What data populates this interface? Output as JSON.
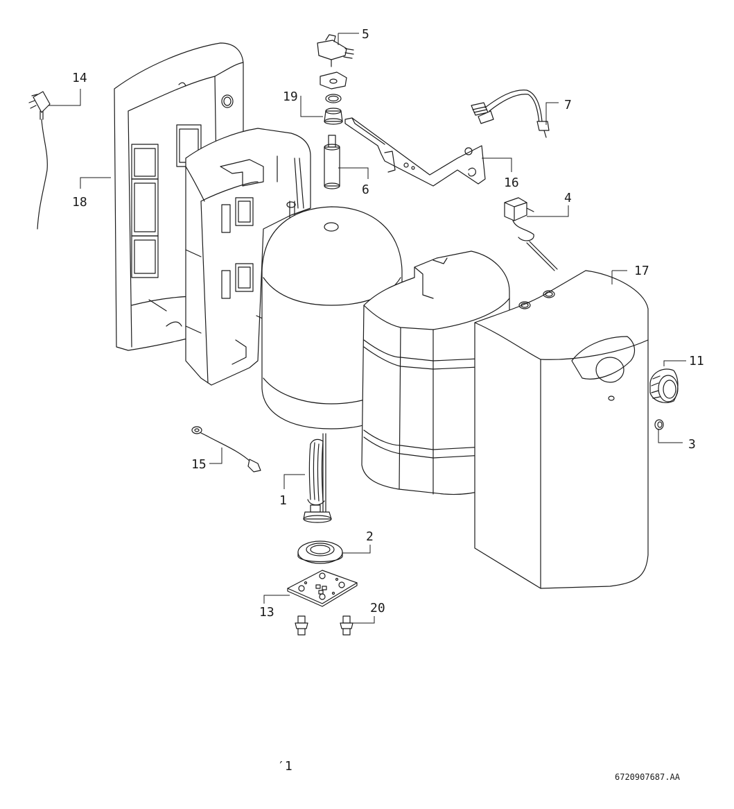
{
  "labels": {
    "p1": "1",
    "p2": "2",
    "p3": "3",
    "p4": "4",
    "p5": "5",
    "p6": "6",
    "p7": "7",
    "p11": "11",
    "p13": "13",
    "p14": "14",
    "p15": "15",
    "p16": "16",
    "p17": "17",
    "p18": "18",
    "p19": "19",
    "p20": "20"
  },
  "footer": {
    "page_mark": "′1",
    "drawing_id": "6720907687.AA"
  }
}
